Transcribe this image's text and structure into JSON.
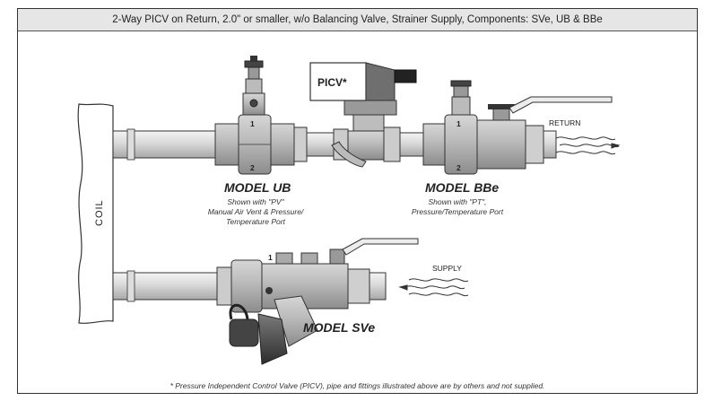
{
  "header": {
    "title": "2-Way PICV on Return, 2.0\" or smaller, w/o Balancing Valve, Strainer Supply, Components: SVe, UB & BBe"
  },
  "diagram": {
    "coil_label": "COIL",
    "picv_label": "PICV*",
    "return_label": "RETURN",
    "supply_label": "SUPPLY",
    "port_1": "1",
    "port_2": "2",
    "model_ub": {
      "title": "MODEL UB",
      "line1": "Shown with \"PV\"",
      "line2": "Manual Air Vent & Pressure/",
      "line3": "Temperature Port"
    },
    "model_bbe": {
      "title": "MODEL BBe",
      "line1": "Shown with \"PT\",",
      "line2": "Pressure/Temperature Port"
    },
    "model_sve": {
      "title": "MODEL SVe"
    }
  },
  "footnote": "* Pressure Independent Control Valve (PICV), pipe and fittings illustrated above are by others and not supplied."
}
